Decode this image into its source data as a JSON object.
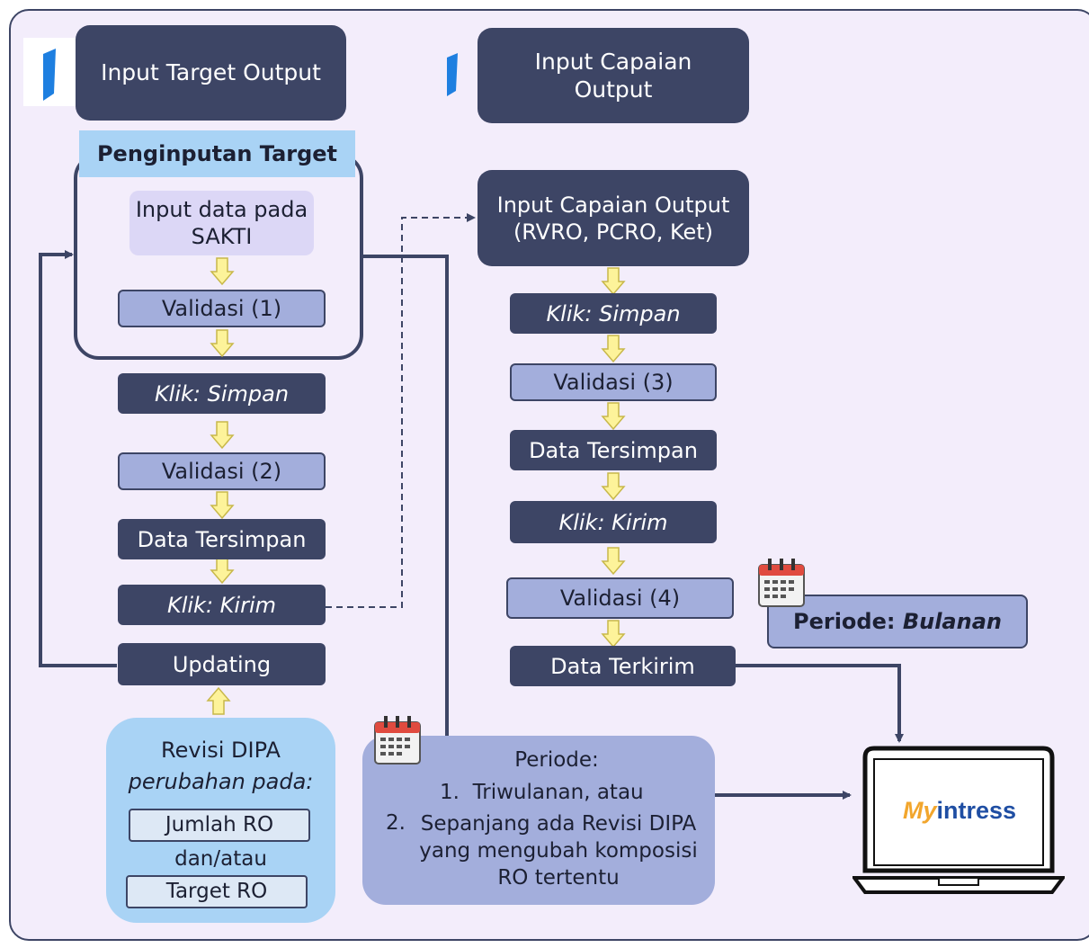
{
  "left": {
    "header": "Input Target Output",
    "group_title": "Penginputan Target",
    "input_data": "Input data pada SAKTI",
    "validasi1": "Validasi (1)",
    "klik_simpan": "Klik: Simpan",
    "validasi2": "Validasi (2)",
    "data_tersimpan": "Data Tersimpan",
    "klik_kirim": "Klik: Kirim",
    "updating": "Updating",
    "revisi": {
      "title": "Revisi DIPA",
      "subtitle": "perubahan pada:",
      "item1": "Jumlah RO",
      "connector": "dan/atau",
      "item2": "Target RO"
    }
  },
  "right": {
    "header": "Input Capaian Output",
    "input_capaian": "Input Capaian Output (RVRO, PCRO, Ket)",
    "klik_simpan": "Klik: Simpan",
    "validasi3": "Validasi (3)",
    "data_tersimpan": "Data Tersimpan",
    "klik_kirim": "Klik: Kirim",
    "validasi4": "Validasi (4)",
    "data_terkirim": "Data Terkirim"
  },
  "periode_bulanan": {
    "label": "Periode:",
    "value": "Bulanan"
  },
  "periode_box": {
    "title": "Periode:",
    "item1": "Triwulanan, atau",
    "item2": "Sepanjang ada Revisi DIPA yang mengubah komposisi RO tertentu"
  },
  "logo": {
    "prefix": "My",
    "suffix": "intress"
  },
  "colors": {
    "dark_navy": "#3d4565",
    "lavender_box": "#a3aedc",
    "light_blue": "#a9d3f5",
    "arrow_yellow": "#fdf39a",
    "background": "#f3edfb"
  }
}
